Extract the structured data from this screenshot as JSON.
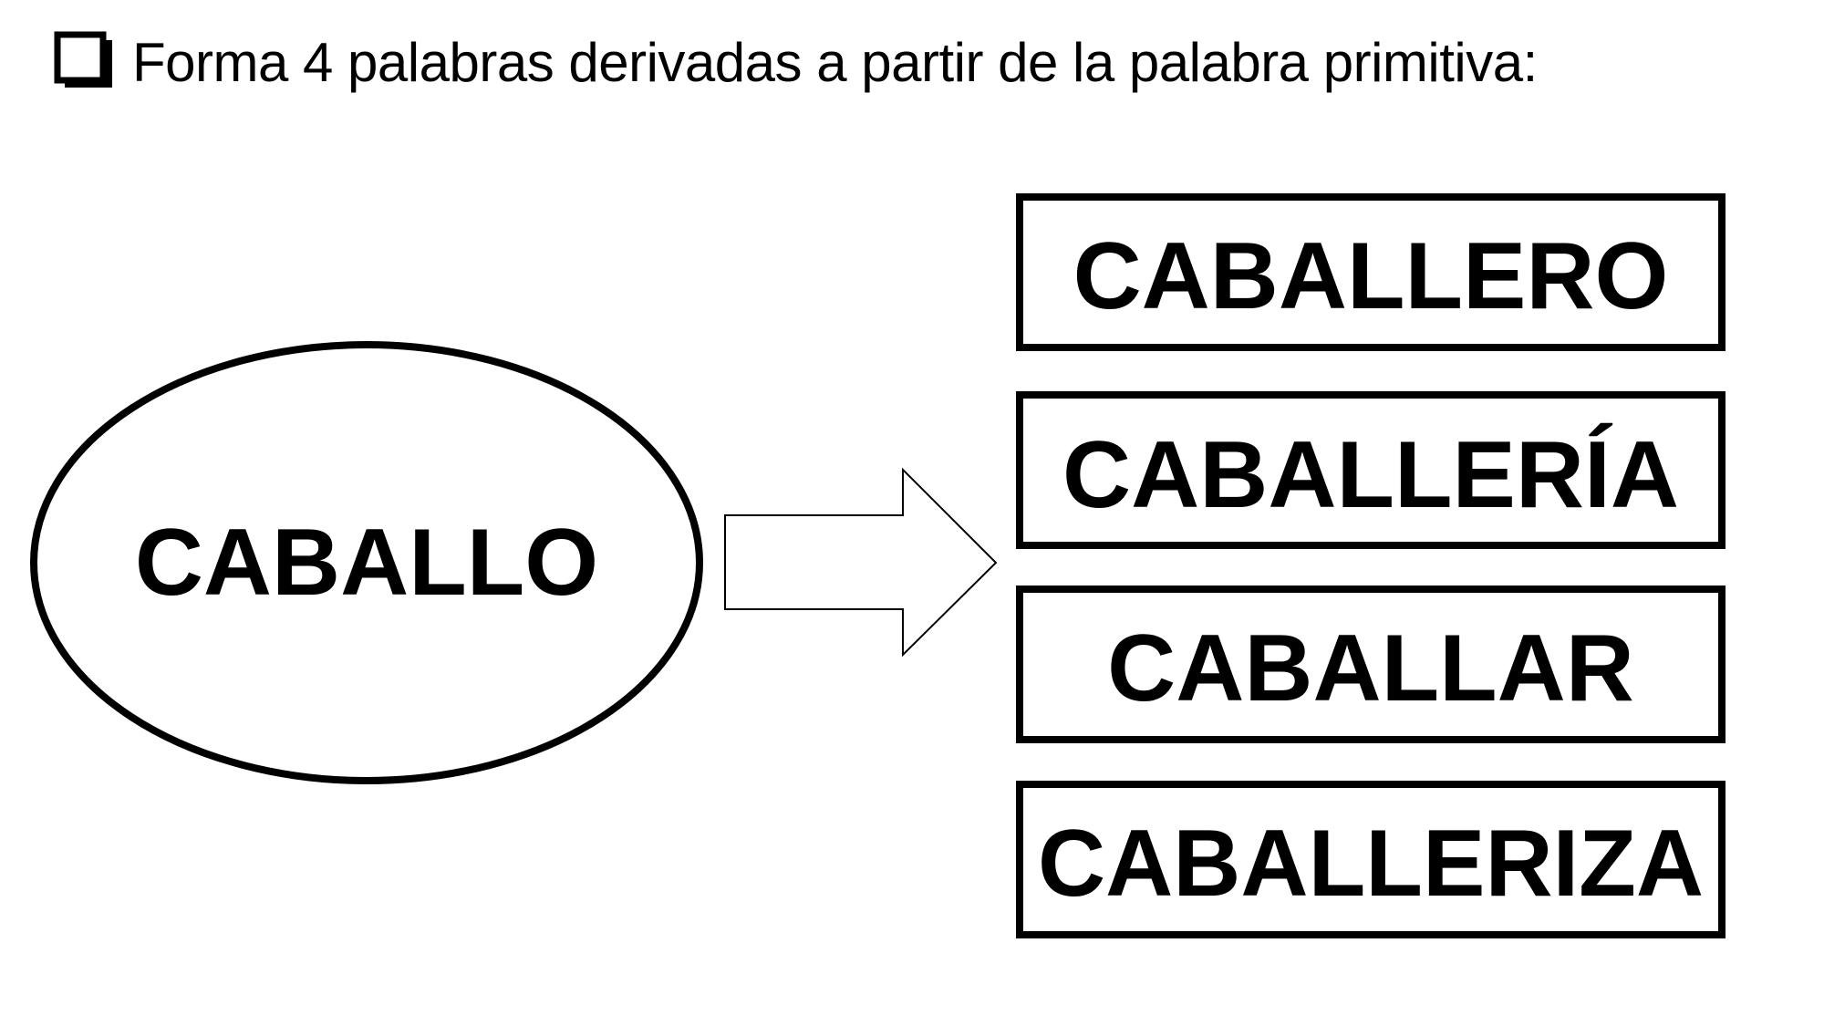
{
  "instruction": {
    "icon": "checkbox-icon",
    "text": "Forma 4 palabras derivadas a partir de la palabra primitiva:"
  },
  "primitive_word": "CABALLO",
  "derived_words": [
    "CABALLERO",
    "CABALLERÍA",
    "CABALLAR",
    "CABALLERIZA"
  ],
  "colors": {
    "stroke": "#000000",
    "fill": "#ffffff",
    "text": "#000000"
  }
}
